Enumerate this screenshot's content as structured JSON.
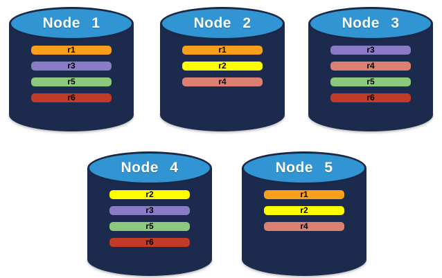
{
  "colors": {
    "cylinder_body": "#1C2B4D",
    "cylinder_top": "#3095D2",
    "cylinder_outline": "#1A2846",
    "title_text": "#FFFFFF",
    "bar_text": "#000000",
    "replica_colors": {
      "r1": "#F8A01C",
      "r2": "#FDFF00",
      "r3": "#897BC5",
      "r4": "#DC8172",
      "r5": "#8CC87E",
      "r6": "#C23A28"
    }
  },
  "nodes": [
    {
      "label": "Node 1",
      "replicas": [
        "r1",
        "r3",
        "r5",
        "r6"
      ]
    },
    {
      "label": "Node 2",
      "replicas": [
        "r1",
        "r2",
        "r4"
      ]
    },
    {
      "label": "Node 3",
      "replicas": [
        "r3",
        "r4",
        "r5",
        "r6"
      ]
    },
    {
      "label": "Node 4",
      "replicas": [
        "r2",
        "r3",
        "r5",
        "r6"
      ]
    },
    {
      "label": "Node 5",
      "replicas": [
        "r1",
        "r2",
        "r4"
      ]
    }
  ]
}
